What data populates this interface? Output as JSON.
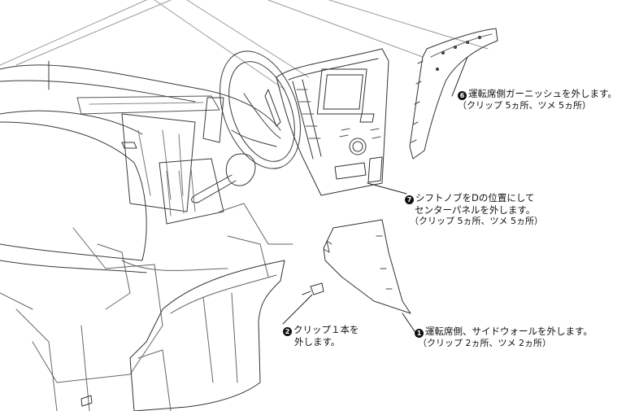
{
  "steps": [
    {
      "number": "6",
      "title": "運転席側ガーニッシュを外します。",
      "detail": "（クリップ 5ヵ所、ツメ 5ヵ所）"
    },
    {
      "number": "7",
      "title": "シフトノブをDの位置にして",
      "title2": "センターパネルを外します。",
      "detail": "（クリップ 5ヵ所、ツメ 5ヵ所）"
    },
    {
      "number": "2",
      "title": "クリップ１本を",
      "title2": "外します。"
    },
    {
      "number": "1",
      "title": "運転席側、サイドウォールを外します。",
      "detail": "（クリップ 2ヵ所、ツメ 2ヵ所）"
    }
  ],
  "colors": {
    "line": "#3a3a3a",
    "faint": "#8a8a8a",
    "background": "#ffffff",
    "badge": "#111111"
  }
}
